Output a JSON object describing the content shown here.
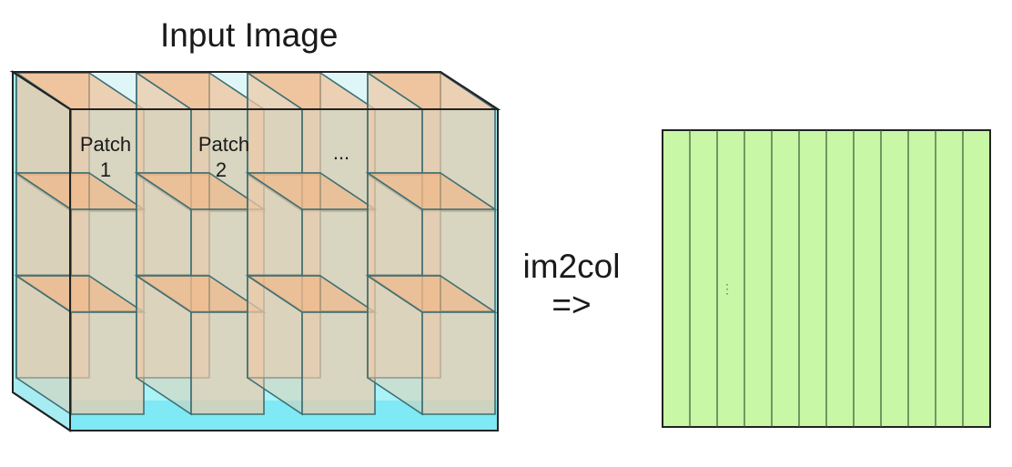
{
  "title": "Input Image",
  "operation": {
    "name": "im2col",
    "arrow": "=>"
  },
  "patch_labels": [
    [
      "Patch",
      "1"
    ],
    [
      "Patch",
      "2"
    ],
    [
      "..."
    ]
  ],
  "output_matrix": {
    "ellipsis": "⋮"
  },
  "colors": {
    "patch_fill": "#ecc9a8",
    "patch_fill_alt": "#f5b07a",
    "input_bottom": "#8ff0f7",
    "output_fill": "#c8f7a6"
  }
}
